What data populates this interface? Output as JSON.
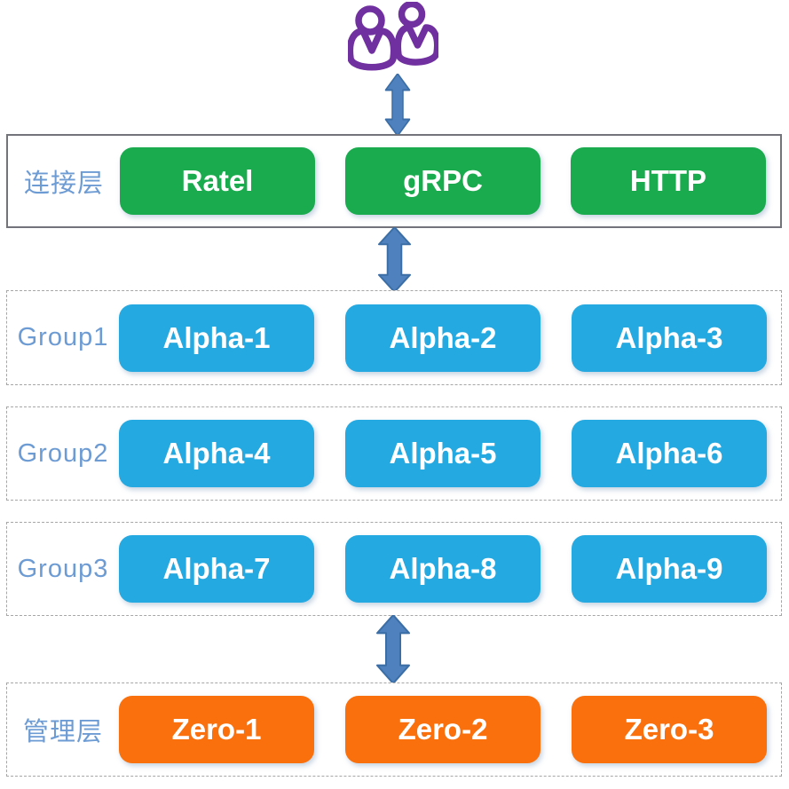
{
  "diagram_title": "",
  "icons": {
    "users": "two-people-outline-icon",
    "arrow": "double-headed-vertical-arrow-icon"
  },
  "colors": {
    "connection_node_green": "#1aab4e",
    "alpha_node_blue": "#25a9e1",
    "zero_node_orange": "#f9700c",
    "arrow_fill_blue": "#4e81bd",
    "arrow_stroke_blue": "#3c6ea6",
    "layer_label_blue": "#6d9bd3",
    "users_icon_purple": "#7030a0",
    "solid_border_gray": "#73737b",
    "dashed_border_gray": "#a6a6a6",
    "node_text": "#ffffff"
  },
  "layers": [
    {
      "label": "连接层",
      "border": "solid",
      "node_color": "green",
      "boxes": [
        "Ratel",
        "gRPC",
        "HTTP"
      ]
    },
    {
      "label": "Group1",
      "border": "dashed",
      "node_color": "blue",
      "boxes": [
        "Alpha-1",
        "Alpha-2",
        "Alpha-3"
      ]
    },
    {
      "label": "Group2",
      "border": "dashed",
      "node_color": "blue",
      "boxes": [
        "Alpha-4",
        "Alpha-5",
        "Alpha-6"
      ]
    },
    {
      "label": "Group3",
      "border": "dashed",
      "node_color": "blue",
      "boxes": [
        "Alpha-7",
        "Alpha-8",
        "Alpha-9"
      ]
    },
    {
      "label": "管理层",
      "border": "dashed",
      "node_color": "orange",
      "boxes": [
        "Zero-1",
        "Zero-2",
        "Zero-3"
      ]
    }
  ]
}
